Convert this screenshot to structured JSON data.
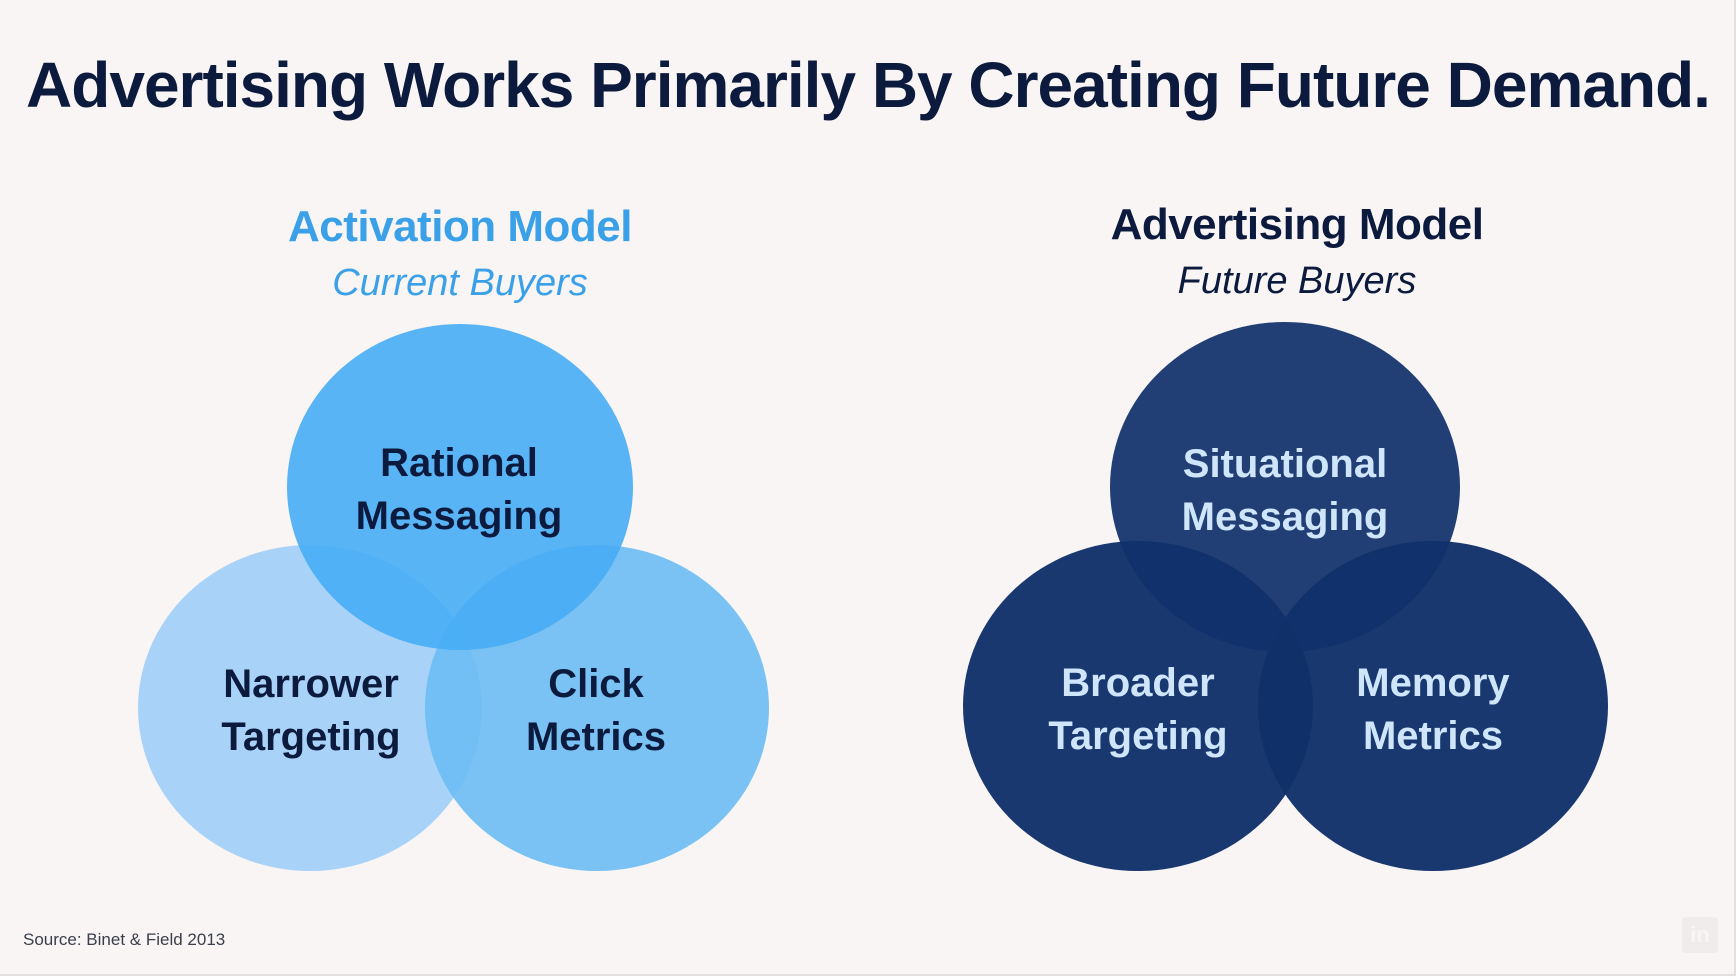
{
  "title": "Advertising Works Primarily By Creating Future Demand.",
  "colors": {
    "background": "#f8f5f4",
    "title": "#0b1a3d",
    "activation_heading": "#3aa0e8",
    "activation_top_circle": "#47adf5",
    "activation_left_circle": "#a3d0f7",
    "activation_right_circle": "#6bbcf4",
    "activation_label": "#0b1a3d",
    "advertising_circles": "#10306a",
    "advertising_label": "#cfe6fa"
  },
  "models": [
    {
      "heading": "Activation Model",
      "subheading": "Current Buyers",
      "circles": {
        "top": [
          "Rational",
          "Messaging"
        ],
        "left": [
          "Narrower",
          "Targeting"
        ],
        "right": [
          "Click",
          "Metrics"
        ]
      }
    },
    {
      "heading": "Advertising Model",
      "subheading": "Future Buyers",
      "circles": {
        "top": [
          "Situational",
          "Messaging"
        ],
        "left": [
          "Broader",
          "Targeting"
        ],
        "right": [
          "Memory",
          "Metrics"
        ]
      }
    }
  ],
  "source": "Source: Binet & Field 2013",
  "logo_icon": "linkedin-icon"
}
